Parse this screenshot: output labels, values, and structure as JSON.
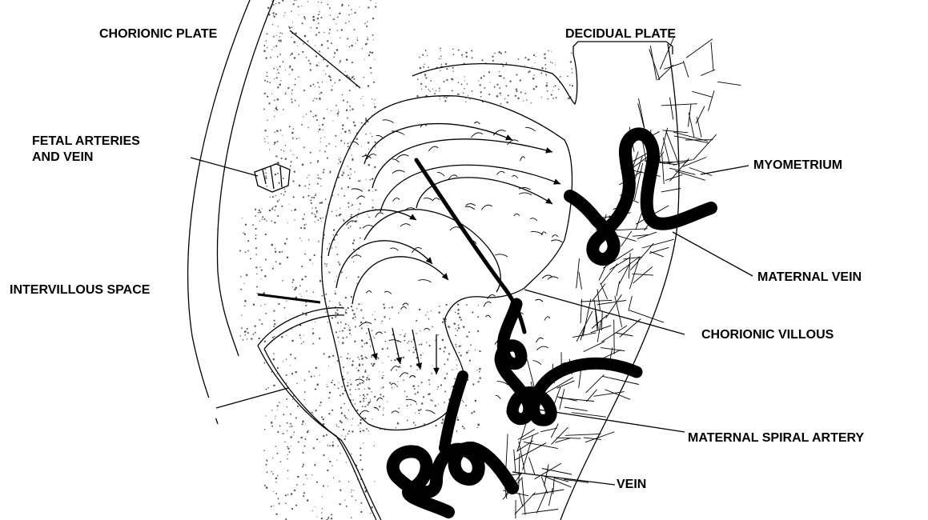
{
  "labels": {
    "chorionic_plate": "CHORIONIC PLATE",
    "decidual_plate": "DECIDUAL PLATE",
    "fetal_arteries_line1": "FETAL ARTERIES",
    "fetal_arteries_line2": "AND VEIN",
    "myometrium": "MYOMETRIUM",
    "intervillous_space": "INTERVILLOUS SPACE",
    "maternal_vein": "MATERNAL VEIN",
    "chorionic_villous": "CHORIONIC VILLOUS",
    "maternal_spiral_artery": "MATERNAL SPIRAL ARTERY",
    "vein": "VEIN"
  },
  "colors": {
    "ink": "#000000",
    "background": "#ffffff"
  }
}
